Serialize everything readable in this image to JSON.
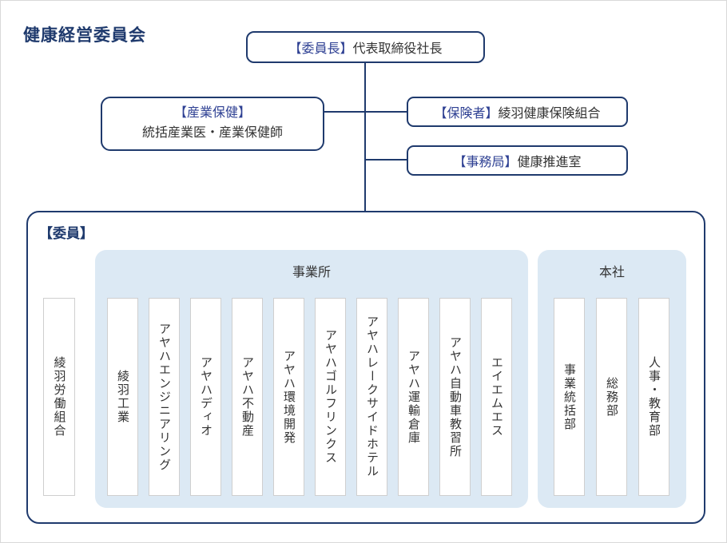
{
  "title": "健康経営委員会",
  "colors": {
    "navy_border": "#1f3a6d",
    "bracket_label_blue": "#2e4093",
    "body_text": "#333333",
    "group_background": "#dce9f4"
  },
  "org": {
    "chairman": {
      "tag": "【委員長】",
      "name": "代表取締役社長"
    },
    "occupational_health": {
      "tag": "【産業保健】",
      "name": "統括産業医・産業保健師"
    },
    "insurer": {
      "tag": "【保険者】",
      "name": "綾羽健康保険組合"
    },
    "secretariat": {
      "tag": "【事務局】",
      "name": "健康推進室"
    },
    "members": {
      "label": "【委員】",
      "union": "綾羽労働組合",
      "groups": [
        {
          "label": "事業所",
          "columns": [
            "綾羽工業",
            "アヤハエンジニアリング",
            "アヤハディオ",
            "アヤハ不動産",
            "アヤハ環境開発",
            "アヤハゴルフリンクス",
            "アヤハレークサイドホテル",
            "アヤハ運輸倉庫",
            "アヤハ自動車教習所",
            "エイエムエス"
          ]
        },
        {
          "label": "本社",
          "columns": [
            "事業統括部",
            "総務部",
            "人事・教育部"
          ]
        }
      ]
    }
  }
}
